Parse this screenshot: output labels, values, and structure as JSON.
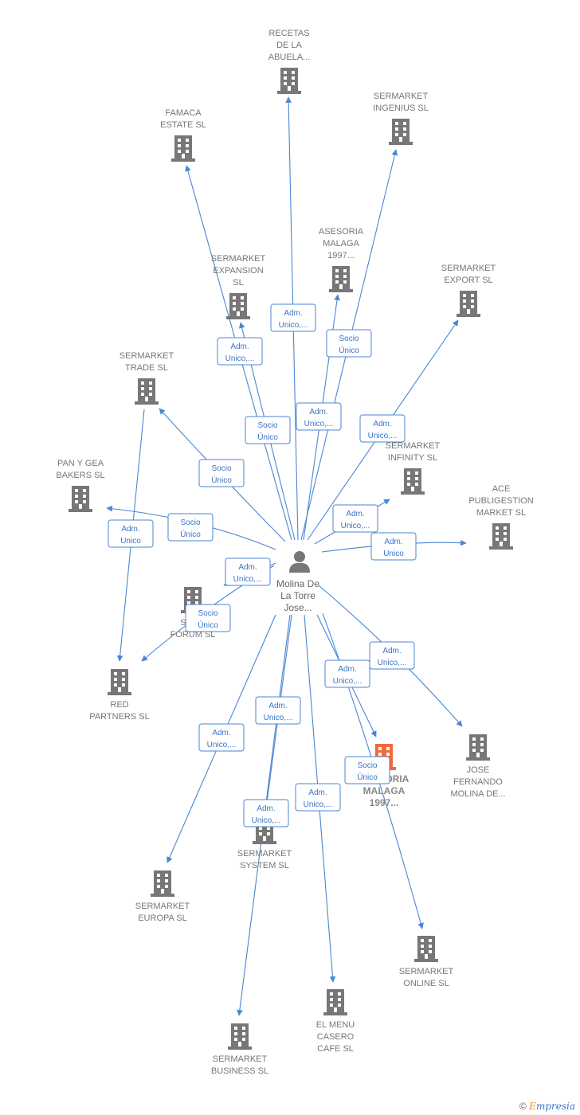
{
  "center": {
    "lines": [
      "Molina De",
      "La Torre",
      "Jose..."
    ]
  },
  "nodes": [
    {
      "id": "recetas",
      "lines": [
        "RECETAS",
        "DE LA",
        "ABUELA..."
      ]
    },
    {
      "id": "sm-ingenius",
      "lines": [
        "SERMARKET",
        "INGENIUS  SL"
      ]
    },
    {
      "id": "famaca",
      "lines": [
        "FAMACA",
        "ESTATE  SL"
      ]
    },
    {
      "id": "asesoria-top",
      "lines": [
        "ASESORIA",
        "MALAGA",
        "1997..."
      ]
    },
    {
      "id": "sm-expansion",
      "lines": [
        "SERMARKET",
        "EXPANSION",
        "SL"
      ]
    },
    {
      "id": "sm-export",
      "lines": [
        "SERMARKET",
        "EXPORT  SL"
      ]
    },
    {
      "id": "sm-trade",
      "lines": [
        "SERMARKET",
        "TRADE  SL"
      ]
    },
    {
      "id": "sm-infinity",
      "lines": [
        "SERMARKET",
        "INFINITY  SL"
      ]
    },
    {
      "id": "pan-gea",
      "lines": [
        "PAN Y GEA",
        "BAKERS  SL"
      ]
    },
    {
      "id": "ace",
      "lines": [
        "ACE",
        "PUBLIGESTION",
        "MARKET  SL"
      ]
    },
    {
      "id": "sm-forum",
      "lines": [
        "SERM",
        "FORUM  SL"
      ]
    },
    {
      "id": "red-partners",
      "lines": [
        "RED",
        "PARTNERS  SL"
      ]
    },
    {
      "id": "asesoria-main",
      "lines": [
        "ASESORIA",
        "MALAGA",
        "1997..."
      ]
    },
    {
      "id": "jose-fernando",
      "lines": [
        "JOSE",
        "FERNANDO",
        "MOLINA DE..."
      ]
    },
    {
      "id": "sm-system",
      "lines": [
        "SERMARKET",
        "SYSTEM  SL"
      ]
    },
    {
      "id": "sm-europa",
      "lines": [
        "SERMARKET",
        "EUROPA  SL"
      ]
    },
    {
      "id": "sm-online",
      "lines": [
        "SERMARKET",
        "ONLINE  SL"
      ]
    },
    {
      "id": "el-menu",
      "lines": [
        "EL MENU",
        "CASERO",
        "CAFE  SL"
      ]
    },
    {
      "id": "sm-business",
      "lines": [
        "SERMARKET",
        "BUSINESS  SL"
      ]
    }
  ],
  "edges": [
    {
      "to": "recetas",
      "lines": [
        "Adm.",
        "Unico,..."
      ]
    },
    {
      "to": "sm-ingenius",
      "lines": [
        "Socio",
        "Único"
      ]
    },
    {
      "to": "famaca",
      "lines": [
        "Socio",
        "Único"
      ]
    },
    {
      "to": "asesoria-top",
      "lines": [
        "Adm.",
        "Unico,..."
      ]
    },
    {
      "to": "sm-expansion",
      "lines": [
        "Adm.",
        "Unico,..."
      ]
    },
    {
      "to": "sm-export",
      "lines": [
        "Adm.",
        "Unico,..."
      ]
    },
    {
      "to": "sm-trade",
      "lines": [
        "Socio",
        "Único"
      ]
    },
    {
      "to": "sm-infinity",
      "lines": [
        "Adm.",
        "Unico,..."
      ]
    },
    {
      "to": "pan-gea",
      "lines": [
        "Socio",
        "Único"
      ]
    },
    {
      "to": "ace",
      "lines": [
        "Adm.",
        "Unico"
      ]
    },
    {
      "to": "sm-forum",
      "lines": [
        "Adm.",
        "Unico,..."
      ]
    },
    {
      "to": "red-partners",
      "lines": [
        "Socio",
        "Único"
      ]
    },
    {
      "from": "sm-trade",
      "to": "red-partners",
      "lines": [
        "Adm.",
        "Unico"
      ]
    },
    {
      "to": "jose-fernando",
      "lines": [
        "Adm.",
        "Unico,..."
      ]
    },
    {
      "to": "asesoria-main",
      "lines": [
        "Adm.",
        "Unico,..."
      ]
    },
    {
      "to": "sm-europa",
      "lines": [
        "Adm.",
        "Unico,..."
      ]
    },
    {
      "to": "sm-system",
      "lines": [
        "Adm.",
        "Unico,..."
      ]
    },
    {
      "to": "sm-online",
      "lines": [
        "Socio",
        "Único"
      ]
    },
    {
      "to": "el-menu",
      "lines": [
        "Adm.",
        "Unico,..."
      ]
    },
    {
      "to": "sm-business",
      "lines": [
        "Adm.",
        "Unico,..."
      ]
    }
  ],
  "colors": {
    "edge": "#4a86d4",
    "building": "#777777",
    "highlight": "#f26a3b",
    "person": "#777777"
  },
  "footer": {
    "copyright": "©",
    "brand_first": "E",
    "brand_rest": "mpresia"
  }
}
